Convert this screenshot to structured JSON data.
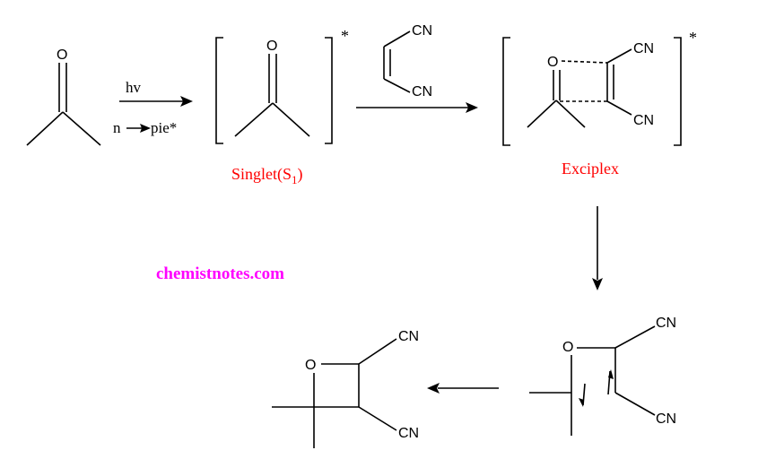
{
  "colors": {
    "label_red": "#ff0000",
    "watermark_magenta": "#ff00ff",
    "ink": "#000000"
  },
  "atoms": {
    "oxygen": "O",
    "cyano": "CN"
  },
  "arrow1": {
    "top_label": "hv",
    "bottom_left": "n",
    "bottom_right": "pie*"
  },
  "excited_star": "*",
  "labels": {
    "singlet_main": "Singlet(S",
    "singlet_sub": "1",
    "singlet_close": ")",
    "exciplex": "Exciplex"
  },
  "watermark": "chemistnotes.com"
}
